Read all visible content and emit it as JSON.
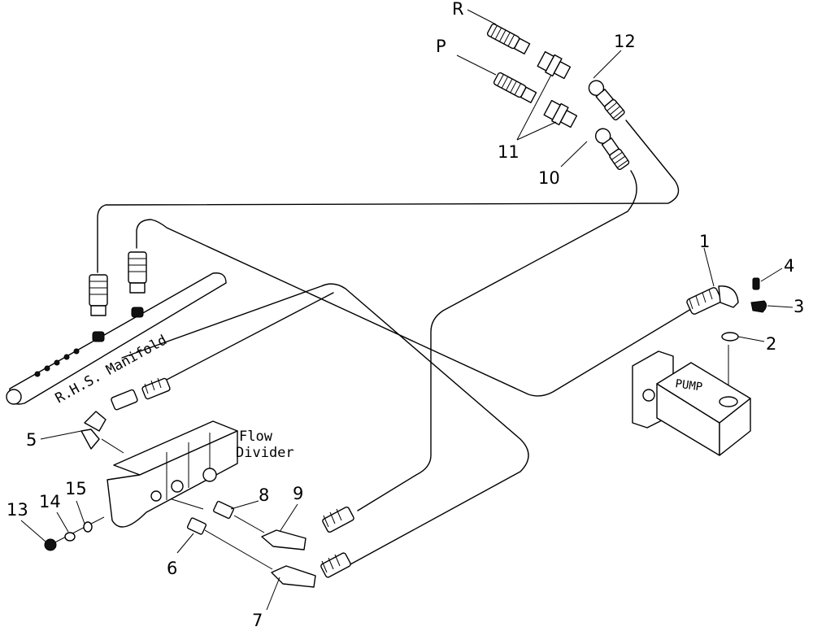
{
  "callouts": [
    {
      "id": "1",
      "text": "1"
    },
    {
      "id": "2",
      "text": "2"
    },
    {
      "id": "3",
      "text": "3"
    },
    {
      "id": "4",
      "text": "4"
    },
    {
      "id": "5",
      "text": "5"
    },
    {
      "id": "6",
      "text": "6"
    },
    {
      "id": "7",
      "text": "7"
    },
    {
      "id": "8",
      "text": "8"
    },
    {
      "id": "9",
      "text": "9"
    },
    {
      "id": "10",
      "text": "10"
    },
    {
      "id": "11",
      "text": "11"
    },
    {
      "id": "12",
      "text": "12"
    },
    {
      "id": "13",
      "text": "13"
    },
    {
      "id": "14",
      "text": "14"
    },
    {
      "id": "15",
      "text": "15"
    }
  ],
  "labels": {
    "port_r": "R",
    "port_p": "P",
    "manifold": "R.H.S. Manifold",
    "flow_divider_line1": "Flow",
    "flow_divider_line2": "Divider",
    "pump": "PUMP"
  }
}
